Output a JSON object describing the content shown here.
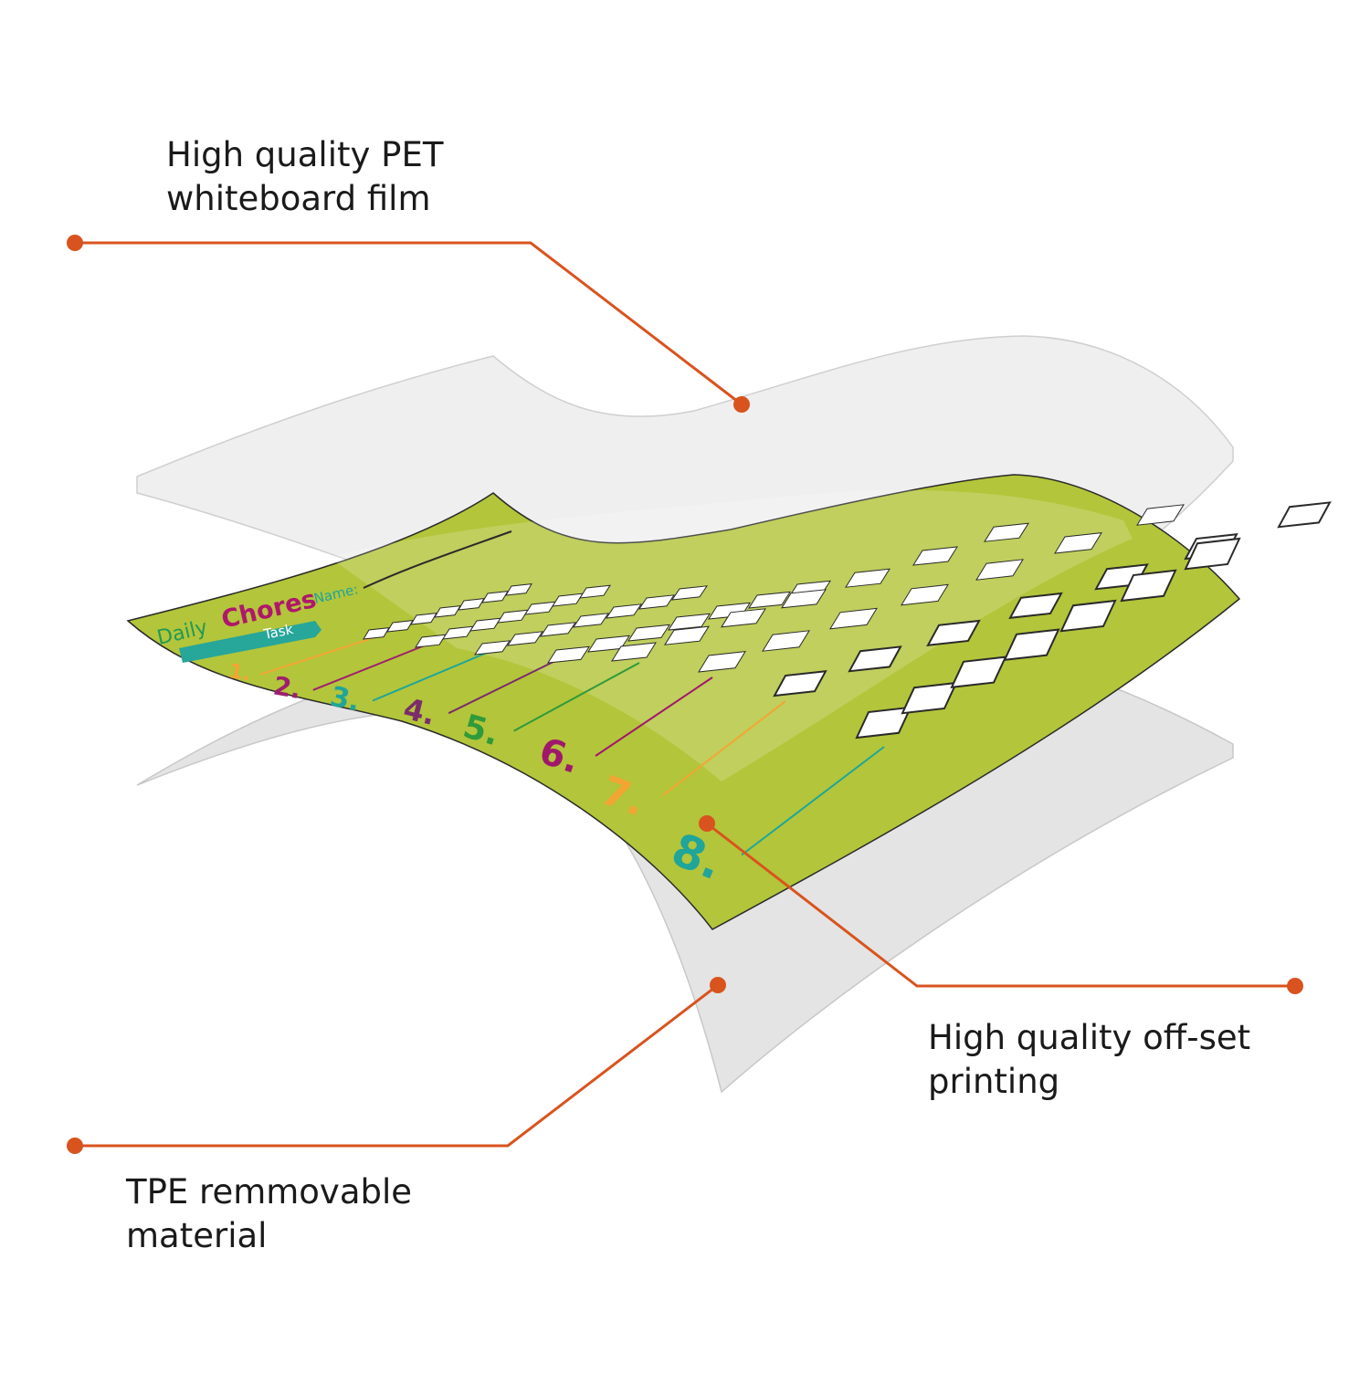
{
  "callouts": {
    "pet_film": {
      "line1": "High quality PET",
      "line2": "whiteboard film"
    },
    "offset_printing": {
      "line1": "High quality off-set",
      "line2": "printing"
    },
    "tpe_material": {
      "line1": "TPE remmovable",
      "line2": "material"
    }
  },
  "chart_sheet": {
    "title_daily": "Daily",
    "title_chores": "Chores",
    "name_label": "Name:",
    "task_label": "Task",
    "row_numbers": [
      "1.",
      "2.",
      "3.",
      "4.",
      "5.",
      "6.",
      "7.",
      "8."
    ],
    "row_colors": [
      "#f3a533",
      "#9e1f6e",
      "#1fa59a",
      "#7a2c6b",
      "#2f9a3a",
      "#a0186b",
      "#f3a533",
      "#1fa59a"
    ]
  },
  "colors": {
    "accent_orange": "#d9531e",
    "sheet_green": "#b3c53a",
    "film_gray": "#efefef",
    "base_gray": "#e4e4e4",
    "task_banner": "#27a69a"
  }
}
